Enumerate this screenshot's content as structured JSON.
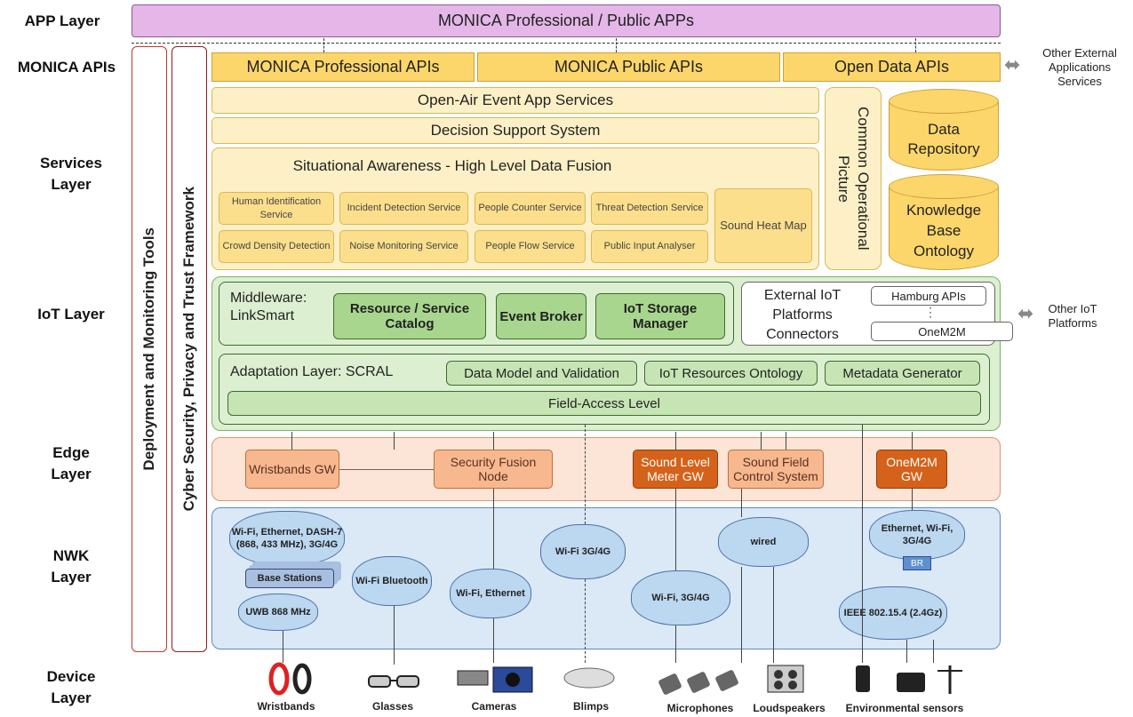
{
  "layers": {
    "app": "APP Layer",
    "apis": "MONICA APIs",
    "services": "Services Layer",
    "iot": "IoT Layer",
    "edge": "Edge Layer",
    "nwk": "NWK Layer",
    "device": "Device Layer"
  },
  "app_bar": "MONICA Professional / Public APPs",
  "apis": [
    "MONICA Professional APIs",
    "MONICA Public APIs",
    "Open Data APIs"
  ],
  "other_external": "Other External Applications Services",
  "side_bars": {
    "deployment": "Deployment and Monitoring Tools",
    "security": "Cyber Security, Privacy and Trust Framework"
  },
  "services": {
    "open_air": "Open-Air Event App Services",
    "dss": "Decision Support System",
    "situational": "Situational Awareness - High Level Data Fusion",
    "small": [
      "Human Identification Service",
      "Incident Detection Service",
      "People Counter Service",
      "Threat Detection Service",
      "Crowd Density Detection",
      "Noise Monitoring Service",
      "People Flow Service",
      "Public Input Analyser"
    ],
    "sound_heat_map": "Sound Heat Map",
    "cop": "Common Operational Picture",
    "data_repo": "Data Repository",
    "kb": "Knowledge Base Ontology"
  },
  "iot": {
    "middleware_title": "Middleware: LinkSmart",
    "resource_catalog": "Resource / Service Catalog",
    "event_broker": "Event Broker",
    "iot_storage": "IoT Storage Manager",
    "external_title": "External IoT Platforms Connectors",
    "hamburg": "Hamburg APIs",
    "dots": "⋮",
    "onem2m": "OneM2M",
    "other_iot": "Other IoT Platforms",
    "adaptation_title": "Adaptation Layer: SCRAL",
    "data_model": "Data Model and Validation",
    "iot_ontology": "IoT Resources Ontology",
    "metadata": "Metadata Generator",
    "field_access": "Field-Access Level"
  },
  "edge": {
    "wristbands_gw": "Wristbands GW",
    "security_fusion": "Security Fusion Node",
    "sound_level": "Sound Level Meter GW",
    "sound_field": "Sound Field Control System",
    "onem2m_gw": "OneM2M GW"
  },
  "nwk": {
    "cloud1": "Wi-Fi, Ethernet, DASH-7 (868, 433 MHz), 3G/4G",
    "base_stations": "Base Stations",
    "uwb": "UWB 868 MHz",
    "wifi_bt": "Wi-Fi Bluetooth",
    "wifi_eth": "Wi-Fi, Ethernet",
    "wifi_3g": "Wi-Fi 3G/4G",
    "wifi_3g2": "Wi-Fi, 3G/4G",
    "wired": "wired",
    "eth_wifi": "Ethernet, Wi-Fi, 3G/4G",
    "br": "BR",
    "ieee": "IEEE 802.15.4 (2.4Gz)"
  },
  "devices": [
    "Wristbands",
    "Glasses",
    "Cameras",
    "Blimps",
    "Microphones",
    "Loudspeakers",
    "Environmental sensors"
  ],
  "colors": {
    "app": "#e4b7e8",
    "api": "#fcd66a",
    "services": "#fdf0c6",
    "iot": "#dcefd0",
    "edge": "#fce4d6",
    "edge_dark": "#d4621a",
    "nwk": "#dbe8f6"
  },
  "icons": [
    "wristband-icon",
    "glasses-icon",
    "camera-icon",
    "blimp-icon",
    "microphone-icon",
    "loudspeaker-icon",
    "environmental-sensor-icon"
  ]
}
